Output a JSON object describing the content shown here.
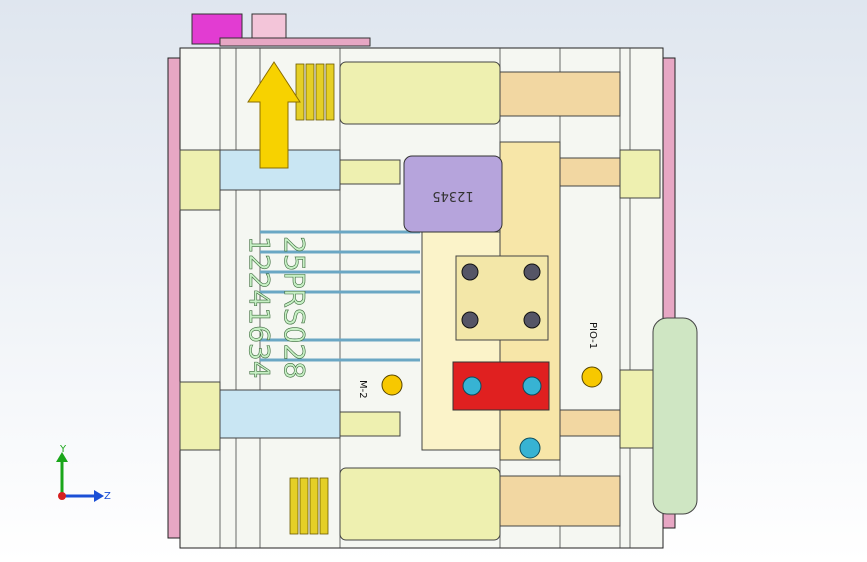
{
  "model": {
    "engraved_text_line1": "25PRS028",
    "engraved_text_line2": "12241634",
    "label_block_text": "12345",
    "small_label_left": "M-2",
    "small_label_right": "PIO-1"
  },
  "triad": {
    "y_label": "Y",
    "z_label": "Z"
  },
  "colors": {
    "plate_pink": "#e7a7c4",
    "insert_blue": "#c9e6f3",
    "cylinder_yellow": "#eef0b0",
    "cylinder_tan": "#f2d7a2",
    "arrow_yellow": "#f7d200",
    "red_block": "#e02020",
    "lavender_block": "#b6a4dc",
    "spring_yellow": "#e5cf26",
    "magenta_part": "#e23cd2"
  }
}
